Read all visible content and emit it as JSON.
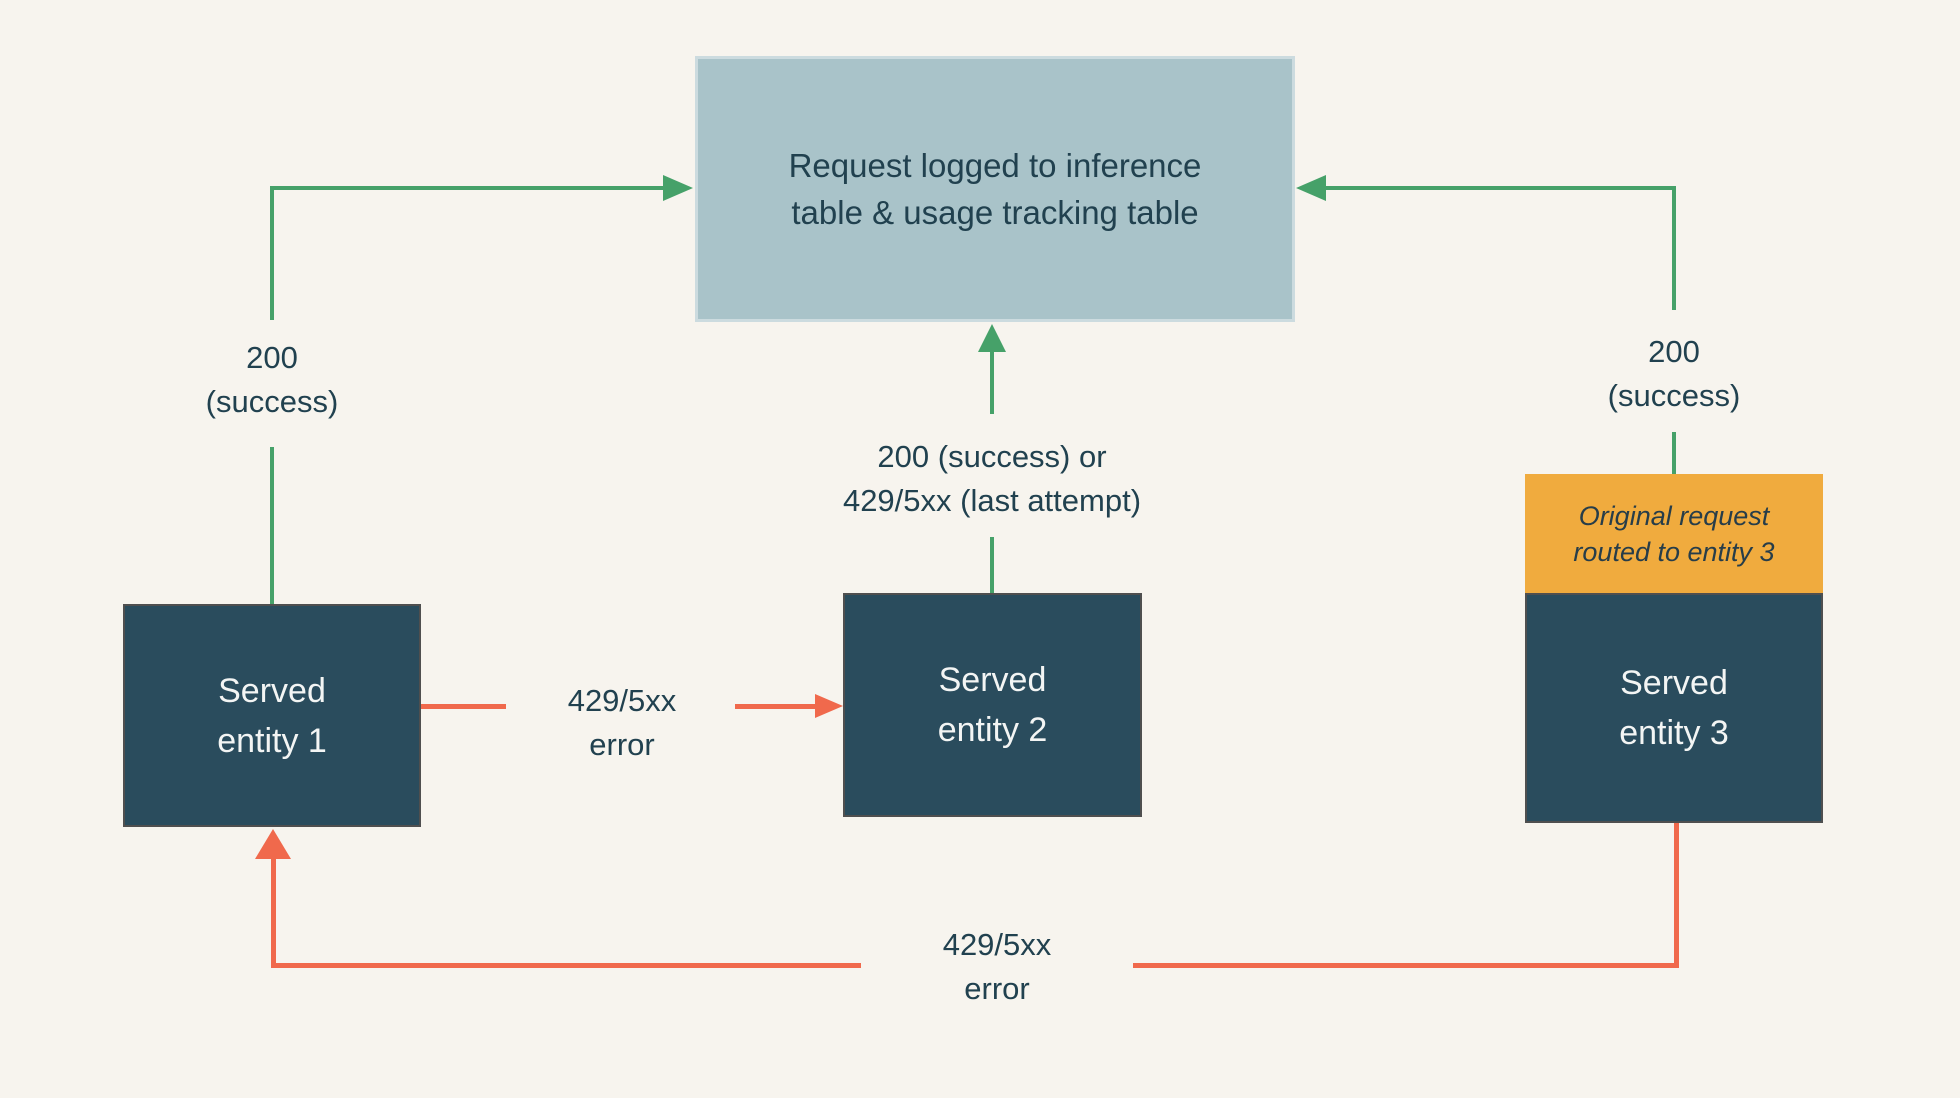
{
  "diagram": {
    "title": "Served entity failover and request logging flow",
    "background": "#f7f4ee"
  },
  "colors": {
    "success_green": "#46a169",
    "error_red": "#f0694c",
    "note_amber": "#f0ab3e",
    "entity_fill": "#2a4c5d",
    "entity_border": "#4f4f4f",
    "log_box_fill": "#a9c3c9",
    "log_box_border": "#ccdbdf",
    "text_dark": "#21414f",
    "text_light": "#f3f5f4"
  },
  "nodes": {
    "log_box": {
      "line1": "Request logged to inference",
      "line2": "table & usage tracking table"
    },
    "entity1": {
      "line1": "Served",
      "line2": "entity 1"
    },
    "entity2": {
      "line1": "Served",
      "line2": "entity 2"
    },
    "entity3": {
      "line1": "Served",
      "line2": "entity 3"
    },
    "entity3_note": {
      "line1": "Original request",
      "line2": "routed to entity 3"
    }
  },
  "edge_labels": {
    "left_success": {
      "line1": "200",
      "line2": "(success)"
    },
    "mid_success": {
      "line1": "200 (success) or",
      "line2": "429/5xx (last attempt)"
    },
    "right_success": {
      "line1": "200",
      "line2": "(success)"
    },
    "mid_error": {
      "line1": "429/5xx",
      "line2": "error"
    },
    "bottom_error": {
      "line1": "429/5xx",
      "line2": "error"
    }
  }
}
